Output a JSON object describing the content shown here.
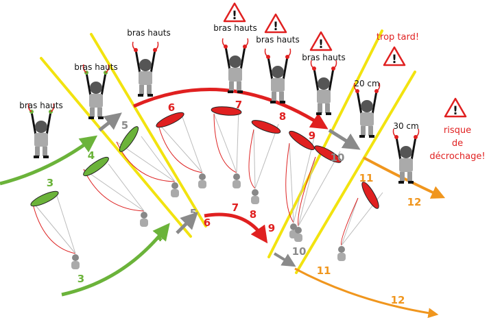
{
  "labels": {
    "arms_up": "bras hauts",
    "too_late": "trop tard!",
    "stall_risk_1": "risque",
    "stall_risk_2": "de",
    "stall_risk_3": "décrochage!",
    "cm20": "20 cm",
    "cm30": "30 cm",
    "warning_glyph": "!"
  },
  "steps": [
    "3",
    "4",
    "5",
    "6",
    "7",
    "8",
    "9",
    "10",
    "11",
    "12"
  ],
  "colors": {
    "green": "#6bb33a",
    "grey": "#8a8a8a",
    "red": "#e02020",
    "orange": "#f0961e",
    "yellow": "#f2e30f"
  }
}
